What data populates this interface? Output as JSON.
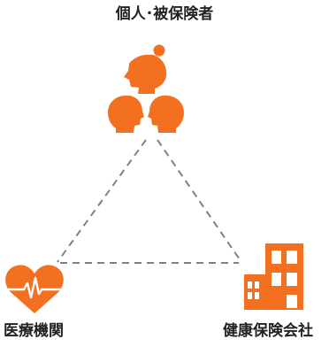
{
  "nodes": {
    "top": {
      "label": "個人･被保険者",
      "icon": "people-icon"
    },
    "left": {
      "label": "医療機関",
      "icon": "heart-pulse-icon"
    },
    "right": {
      "label": "健康保険会社",
      "icon": "building-icon"
    }
  },
  "colors": {
    "accent": "#f37021",
    "connector": "#808080",
    "text": "#222222"
  }
}
